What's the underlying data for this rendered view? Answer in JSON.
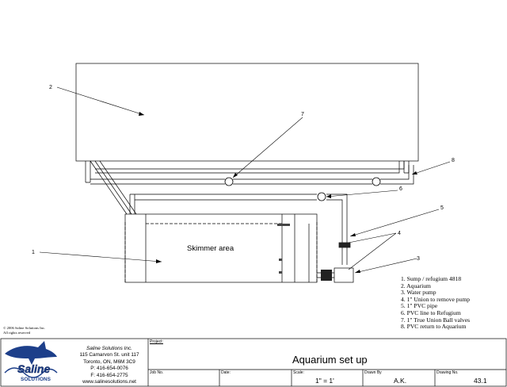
{
  "callouts": [
    "1",
    "2",
    "3",
    "4",
    "5",
    "6",
    "7",
    "8"
  ],
  "skimmer_label": "Skimmer area",
  "legend": [
    "1.  Sump / refugium 4818",
    "2. Aquarium",
    "3. Water pump",
    "4. 1\" Union to remove pump",
    "5. 1\" PVC pipe",
    "6. PVC line to Refugium",
    "7. 1\" True Union Ball valves",
    "8. PVC return to Aquarium"
  ],
  "copyright": [
    "© 2006 Saline Solutions Inc.",
    "All rights reserved"
  ],
  "logo": {
    "word1": "Saline",
    "word2": "SOLUTIONS"
  },
  "company": {
    "name": "Saline Solutions Inc.",
    "address1": "115 Camarvon St. unit 117",
    "address2": "Toronto, ON, M6M 3C9",
    "phone": "P: 416-654-0076",
    "fax": "F: 416-654-2775",
    "web": "www.salinesolutions.net"
  },
  "title_block": {
    "project_label": "Project:",
    "project_title": "Aquarium set up",
    "job_label": "Job No.",
    "date_label": "Date:",
    "scale_label": "Scale:",
    "scale_value": "1\" = 1'",
    "drawn_label": "Drawn By",
    "drawn_value": "A.K.",
    "drawing_label": "Drawing No.",
    "drawing_value": "43.1"
  }
}
